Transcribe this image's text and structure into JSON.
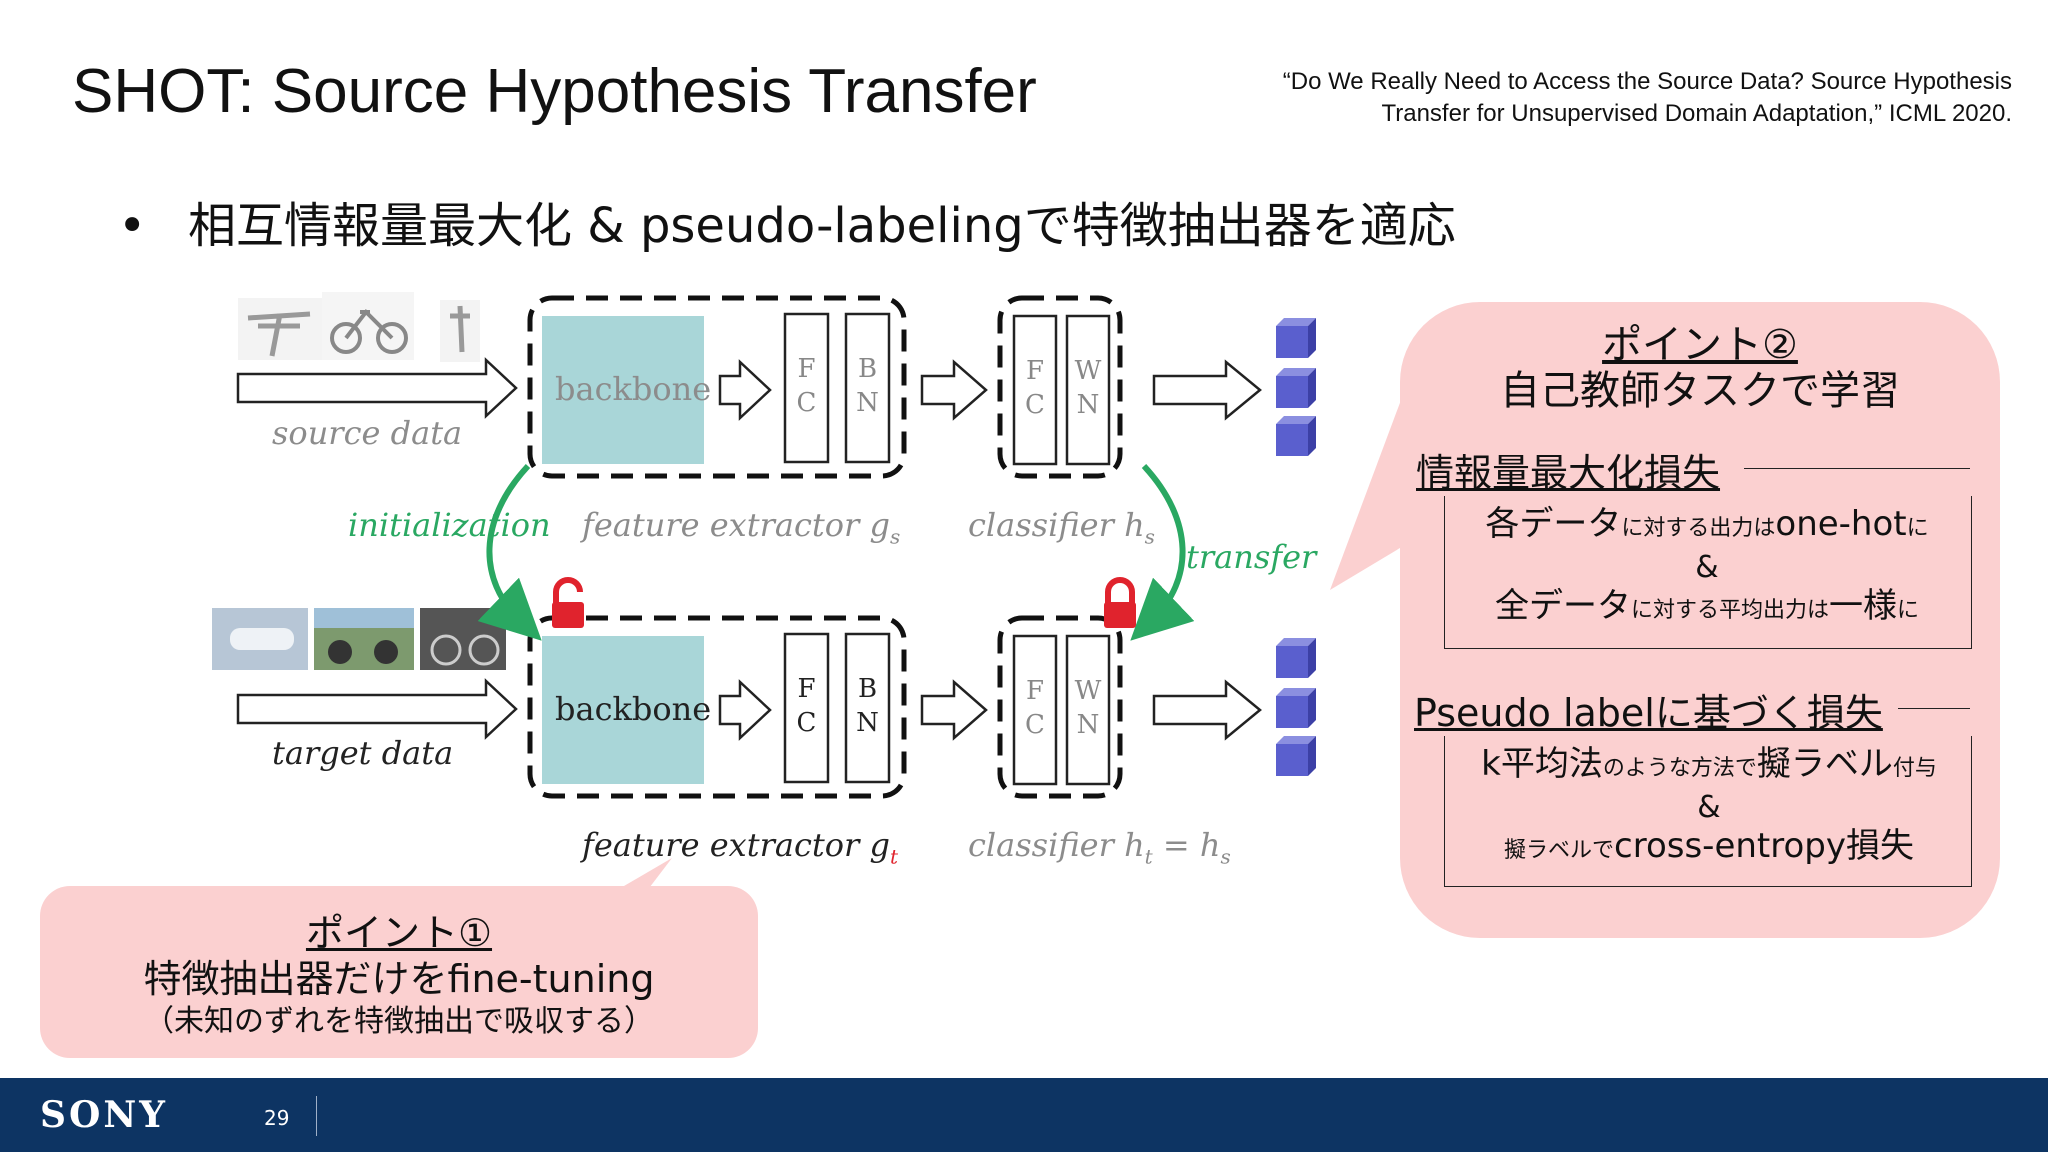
{
  "title": "SHOT: Source Hypothesis Transfer",
  "citation": {
    "line1": "“Do We Really Need to Access the Source Data? Source Hypothesis",
    "line2": "Transfer for Unsupervised Domain Adaptation,” ICML 2020."
  },
  "bullet": "相互情報量最大化 & pseudo-labelingで特徴抽出器を適応",
  "diagram": {
    "backbone": "backbone",
    "fc_f": "F",
    "fc_c": "C",
    "bn_b": "B",
    "bn_n": "N",
    "wn_w": "W",
    "wn_n": "N",
    "source_data": "source data",
    "target_data": "target data",
    "initialization": "initialization",
    "transfer": "transfer",
    "feature_extractor_s": "feature extractor g",
    "sub_s": "s",
    "classifier_s": "classifier h",
    "feature_extractor_t": "feature extractor g",
    "sub_t": "t",
    "classifier_t": "classifier h",
    "classifier_t_eq": " = h"
  },
  "point1": {
    "heading": "ポイント①",
    "line1": "特徴抽出器だけをfine-tuning",
    "line2": "（未知のずれを特徴抽出で吸収する）"
  },
  "point2": {
    "heading": "ポイント②",
    "subtitle": "自己教師タスクで学習",
    "section1_title": "情報量最大化損失",
    "s1_a": "各データ",
    "s1_b": "に対する出力は",
    "s1_c": "one-hot",
    "s1_d": "に",
    "amp": "&",
    "s1_e": "全データ",
    "s1_f": "に対する平均出力は",
    "s1_g": "一様",
    "s1_h": "に",
    "section2_title": "Pseudo labelに基づく損失",
    "s2_a": "k平均法",
    "s2_b": "のような方法で",
    "s2_c": "擬ラベル",
    "s2_d": "付与",
    "s2_e": "擬ラベルで",
    "s2_f": "cross-entropy損失"
  },
  "footer": {
    "logo": "SONY",
    "page": "29"
  },
  "colors": {
    "callout": "#fbd0d0",
    "footer": "#0d3463",
    "backbone_fill": "#a9d6d8",
    "green": "#2aa862",
    "red_lock": "#e0232d",
    "cube": "#5a5fce"
  }
}
